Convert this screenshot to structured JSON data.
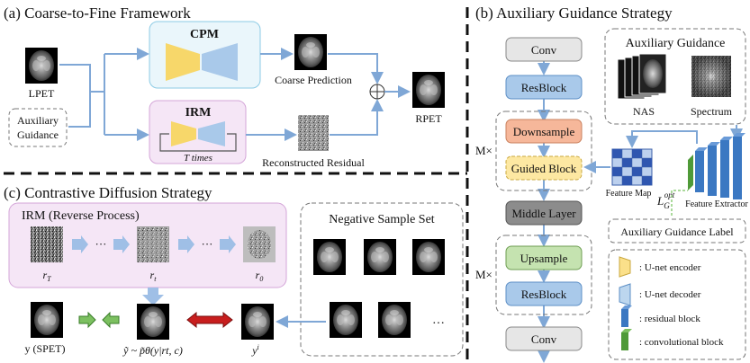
{
  "sections": {
    "a_title": "(a) Coarse-to-Fine Framework",
    "b_title": "(b) Auxiliary Guidance Strategy",
    "c_title": "(c) Contrastive Diffusion Strategy"
  },
  "panel_a": {
    "lpet": "LPET",
    "aux_line1": "Auxiliary",
    "aux_line2": "Guidance",
    "cpm": "CPM",
    "irm": "IRM",
    "times": "T times",
    "coarse": "Coarse Prediction",
    "residual": "Reconstructed Residual",
    "rpet": "RPET",
    "plus": "⊕"
  },
  "panel_b": {
    "conv_top": "Conv",
    "resblock_top": "ResBlock",
    "downsample": "Downsample",
    "guided": "Guided Block",
    "middle": "Middle Layer",
    "upsample": "Upsample",
    "resblock_bottom": "ResBlock",
    "conv_bottom": "Conv",
    "m_top": "M×",
    "m_bottom": "M×",
    "aux_guidance": "Auxiliary Guidance",
    "nas": "NAS",
    "spectrum": "Spectrum",
    "feature_map": "Feature Map",
    "feature_extractor": "Feature Extractor",
    "loss_main": "L",
    "loss_sub": "G",
    "loss_sup": "opt",
    "aux_label": "Auxiliary Guidance Label",
    "legend": [
      {
        "label": ": U-net encoder",
        "icon": "encoder-swatch",
        "color": "#fbe08a"
      },
      {
        "label": ": U-net decoder",
        "icon": "decoder-swatch",
        "color": "#bcd6ee"
      },
      {
        "label": ": residual block",
        "icon": "residual-swatch",
        "color": "#3b78c2"
      },
      {
        "label": ": convolutional block",
        "icon": "conv-swatch",
        "color": "#4f9a38"
      }
    ]
  },
  "panel_c": {
    "irm_title": "IRM (Reverse Process)",
    "rT": "r",
    "rT_sub": "T",
    "rt": "r",
    "rt_sub": "t",
    "r0": "r",
    "r0_sub": "0",
    "dots": "···",
    "neg_title": "Negative Sample Set",
    "y_spet": "y (SPET)",
    "y_tilde": "ỹ ~ p̃θ(y|rt, c)",
    "y_i": "y",
    "y_i_sup": "i",
    "ellipsis": "…"
  },
  "colors": {
    "arrow": "#7fa7d6",
    "cpm_fill": "#eaf6fb",
    "irm_fill": "#f5e6f6",
    "encoder": "#f7d76a",
    "decoder": "#a9c9ea",
    "downsample": "#f6b79a",
    "guided": "#fde8a2",
    "upsample": "#c5e3b0",
    "resblock": "#a9c9ea",
    "middle": "#888888"
  }
}
